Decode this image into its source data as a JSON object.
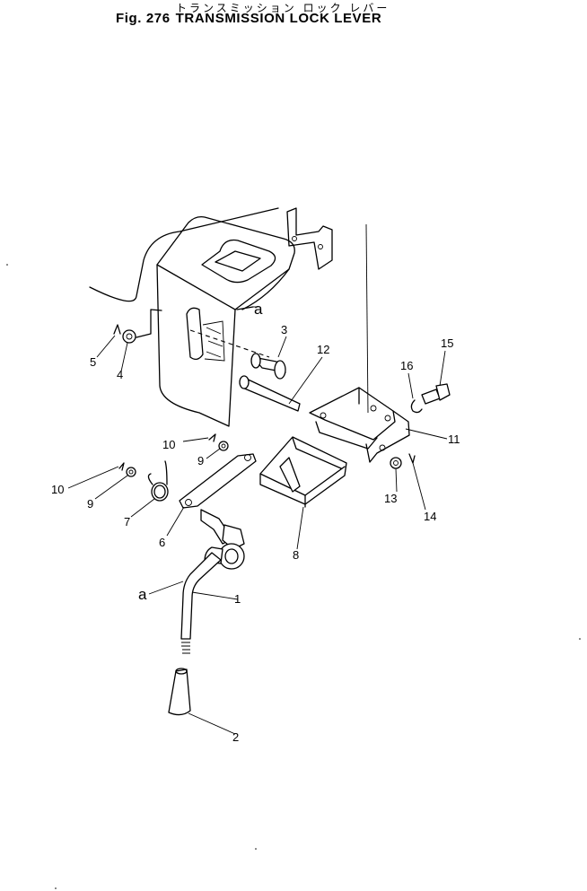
{
  "title": {
    "japanese": "トランスミッション ロック レバー",
    "figure_number": "Fig. 276",
    "name": "TRANSMISSION LOCK LEVER"
  },
  "callouts": [
    "1",
    "2",
    "3",
    "4",
    "5",
    "6",
    "7",
    "8",
    "9",
    "9",
    "10",
    "10",
    "11",
    "12",
    "13",
    "14",
    "15",
    "16"
  ],
  "reference_marks": [
    "a",
    "a"
  ]
}
